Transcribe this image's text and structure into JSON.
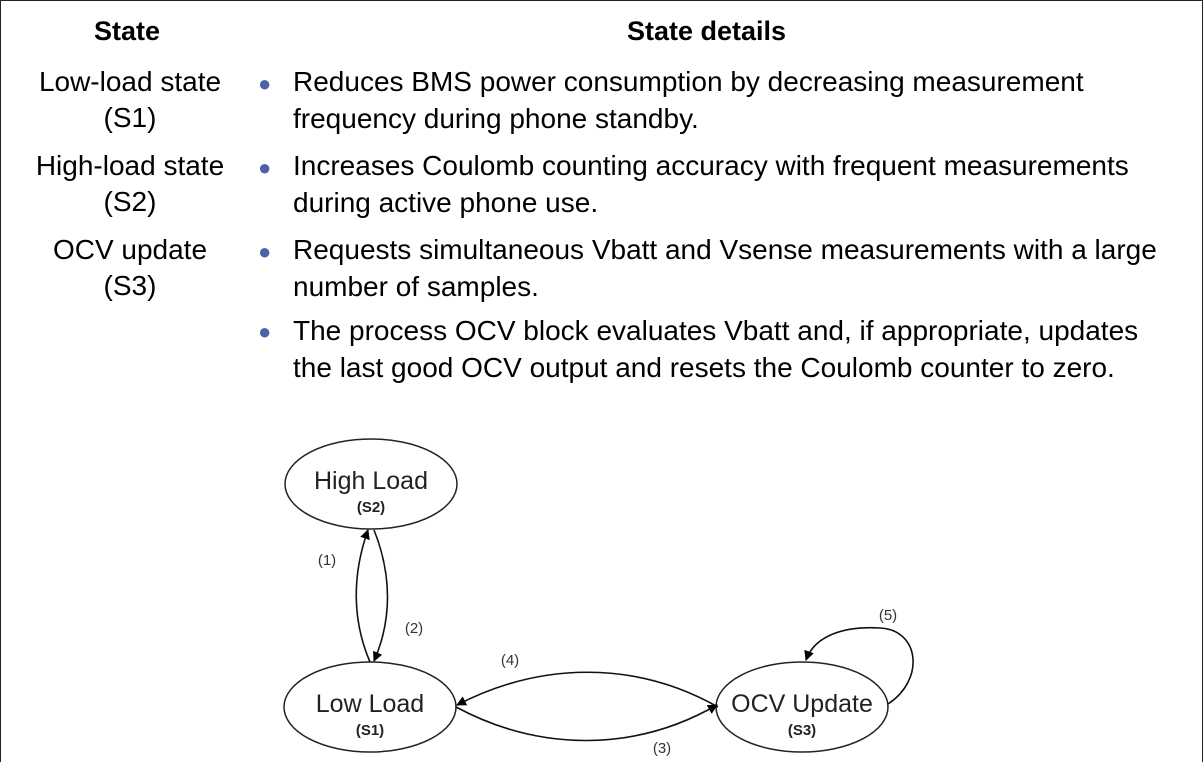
{
  "table": {
    "headers": {
      "state": "State",
      "details": "State details"
    },
    "rows": [
      {
        "state_line1": "Low-load state",
        "state_line2": "(S1)",
        "details": [
          "Reduces BMS power consumption by decreasing measurement frequency during phone standby."
        ]
      },
      {
        "state_line1": "High-load state",
        "state_line2": "(S2)",
        "details": [
          "Increases Coulomb counting accuracy with frequent measurements during active phone use."
        ]
      },
      {
        "state_line1": "OCV update",
        "state_line2": "(S3)",
        "details": [
          "Requests simultaneous Vbatt and Vsense measurements with a large number of samples.",
          "The process OCV block evaluates Vbatt and, if appropriate, updates the last good OCV output and resets the Coulomb counter to zero."
        ]
      }
    ]
  },
  "diagram": {
    "nodes": {
      "s2": {
        "name": "High Load",
        "id": "(S2)"
      },
      "s1": {
        "name": "Low Load",
        "id": "(S1)"
      },
      "s3": {
        "name": "OCV Update",
        "id": "(S3)"
      }
    },
    "edges": {
      "e1": "(1)",
      "e2": "(2)",
      "e3": "(3)",
      "e4": "(4)",
      "e5": "(5)"
    }
  }
}
